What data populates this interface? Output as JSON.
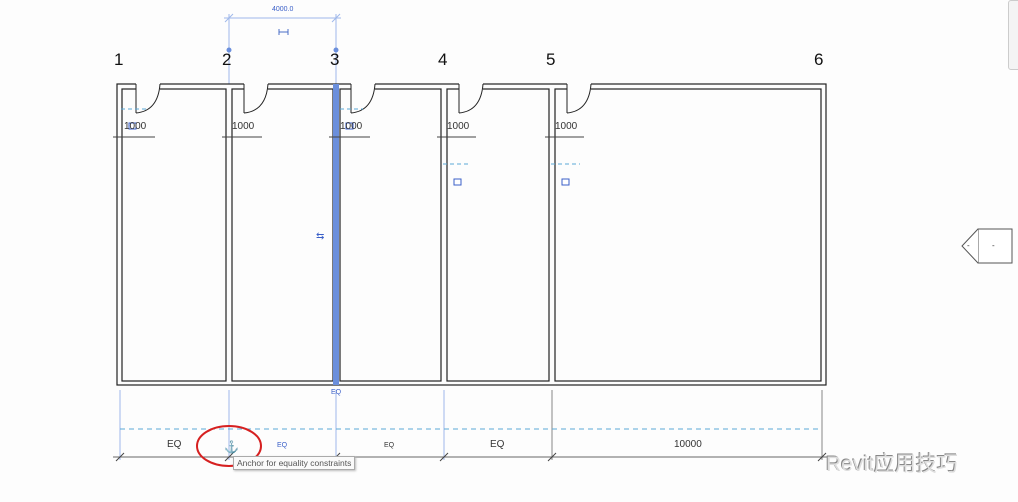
{
  "grid_labels": [
    "1",
    "2",
    "3",
    "4",
    "5",
    "6"
  ],
  "top_dimension": {
    "value": "4000.0"
  },
  "door_dimensions": [
    "1000",
    "1000",
    "1000",
    "1000",
    "1000"
  ],
  "bottom_dimensions": {
    "segments": [
      "EQ",
      "EQ",
      "EQ",
      "EQ",
      "10000"
    ],
    "wall_label": "EQ"
  },
  "tooltip": "Anchor for equality constraints",
  "watermark": "Revit应用技巧",
  "elevation_marker": {
    "left": "-",
    "right": "-"
  },
  "colors": {
    "selected": "#6b8fdc",
    "constraint": "#5aa9d6",
    "highlight": "#d62020"
  }
}
